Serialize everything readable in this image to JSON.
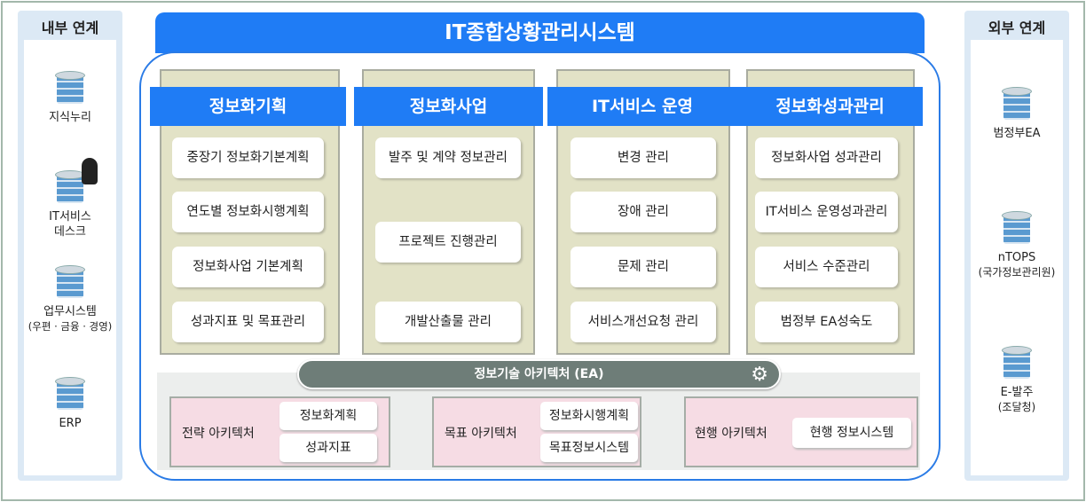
{
  "title": "IT종합상황관리시스템",
  "internal": {
    "title": "내부 연계",
    "nodes": [
      {
        "label": "지식누리"
      },
      {
        "label": "IT서비스",
        "label2": "데스크"
      },
      {
        "label": "업무시스템",
        "label2": "(우편 · 금융 · 경영)"
      },
      {
        "label": "ERP"
      }
    ]
  },
  "external": {
    "title": "외부 연계",
    "nodes": [
      {
        "label": "범정부EA"
      },
      {
        "label": "nTOPS",
        "label2": "(국가정보관리원)"
      },
      {
        "label": "E-발주",
        "label2": "(조달청)"
      }
    ]
  },
  "columns": [
    {
      "header": "정보화기획",
      "items": [
        "중장기 정보화기본계획",
        "연도별 정보화시행계획",
        "정보화사업 기본계획",
        "성과지표 및 목표관리"
      ]
    },
    {
      "header": "정보화사업",
      "items": [
        "발주 및 계약 정보관리",
        "프로젝트 진행관리",
        "개발산출물 관리"
      ]
    },
    {
      "header": "IT서비스 운영",
      "items": [
        "변경 관리",
        "장애 관리",
        "문제 관리",
        "서비스개선요청 관리"
      ]
    },
    {
      "header": "정보화성과관리",
      "items": [
        "정보화사업 성과관리",
        "IT서비스 운영성과관리",
        "서비스 수준관리",
        "범정부 EA성숙도"
      ]
    }
  ],
  "ea": {
    "label": "정보기술 아키텍처 (EA)",
    "icon": "gear-icon"
  },
  "architectures": [
    {
      "label": "전략 아키텍처",
      "items": [
        "정보화계획",
        "성과지표"
      ]
    },
    {
      "label": "목표 아키텍처",
      "items": [
        "정보화시행계획",
        "목표정보시스템"
      ]
    },
    {
      "label": "현행 아키텍처",
      "items": [
        "현행 정보시스템"
      ]
    }
  ],
  "colors": {
    "blue": "#1f7cf5",
    "beige": "#e2e2c6",
    "pink": "#f6dce4",
    "ea": "#6e7d78"
  }
}
